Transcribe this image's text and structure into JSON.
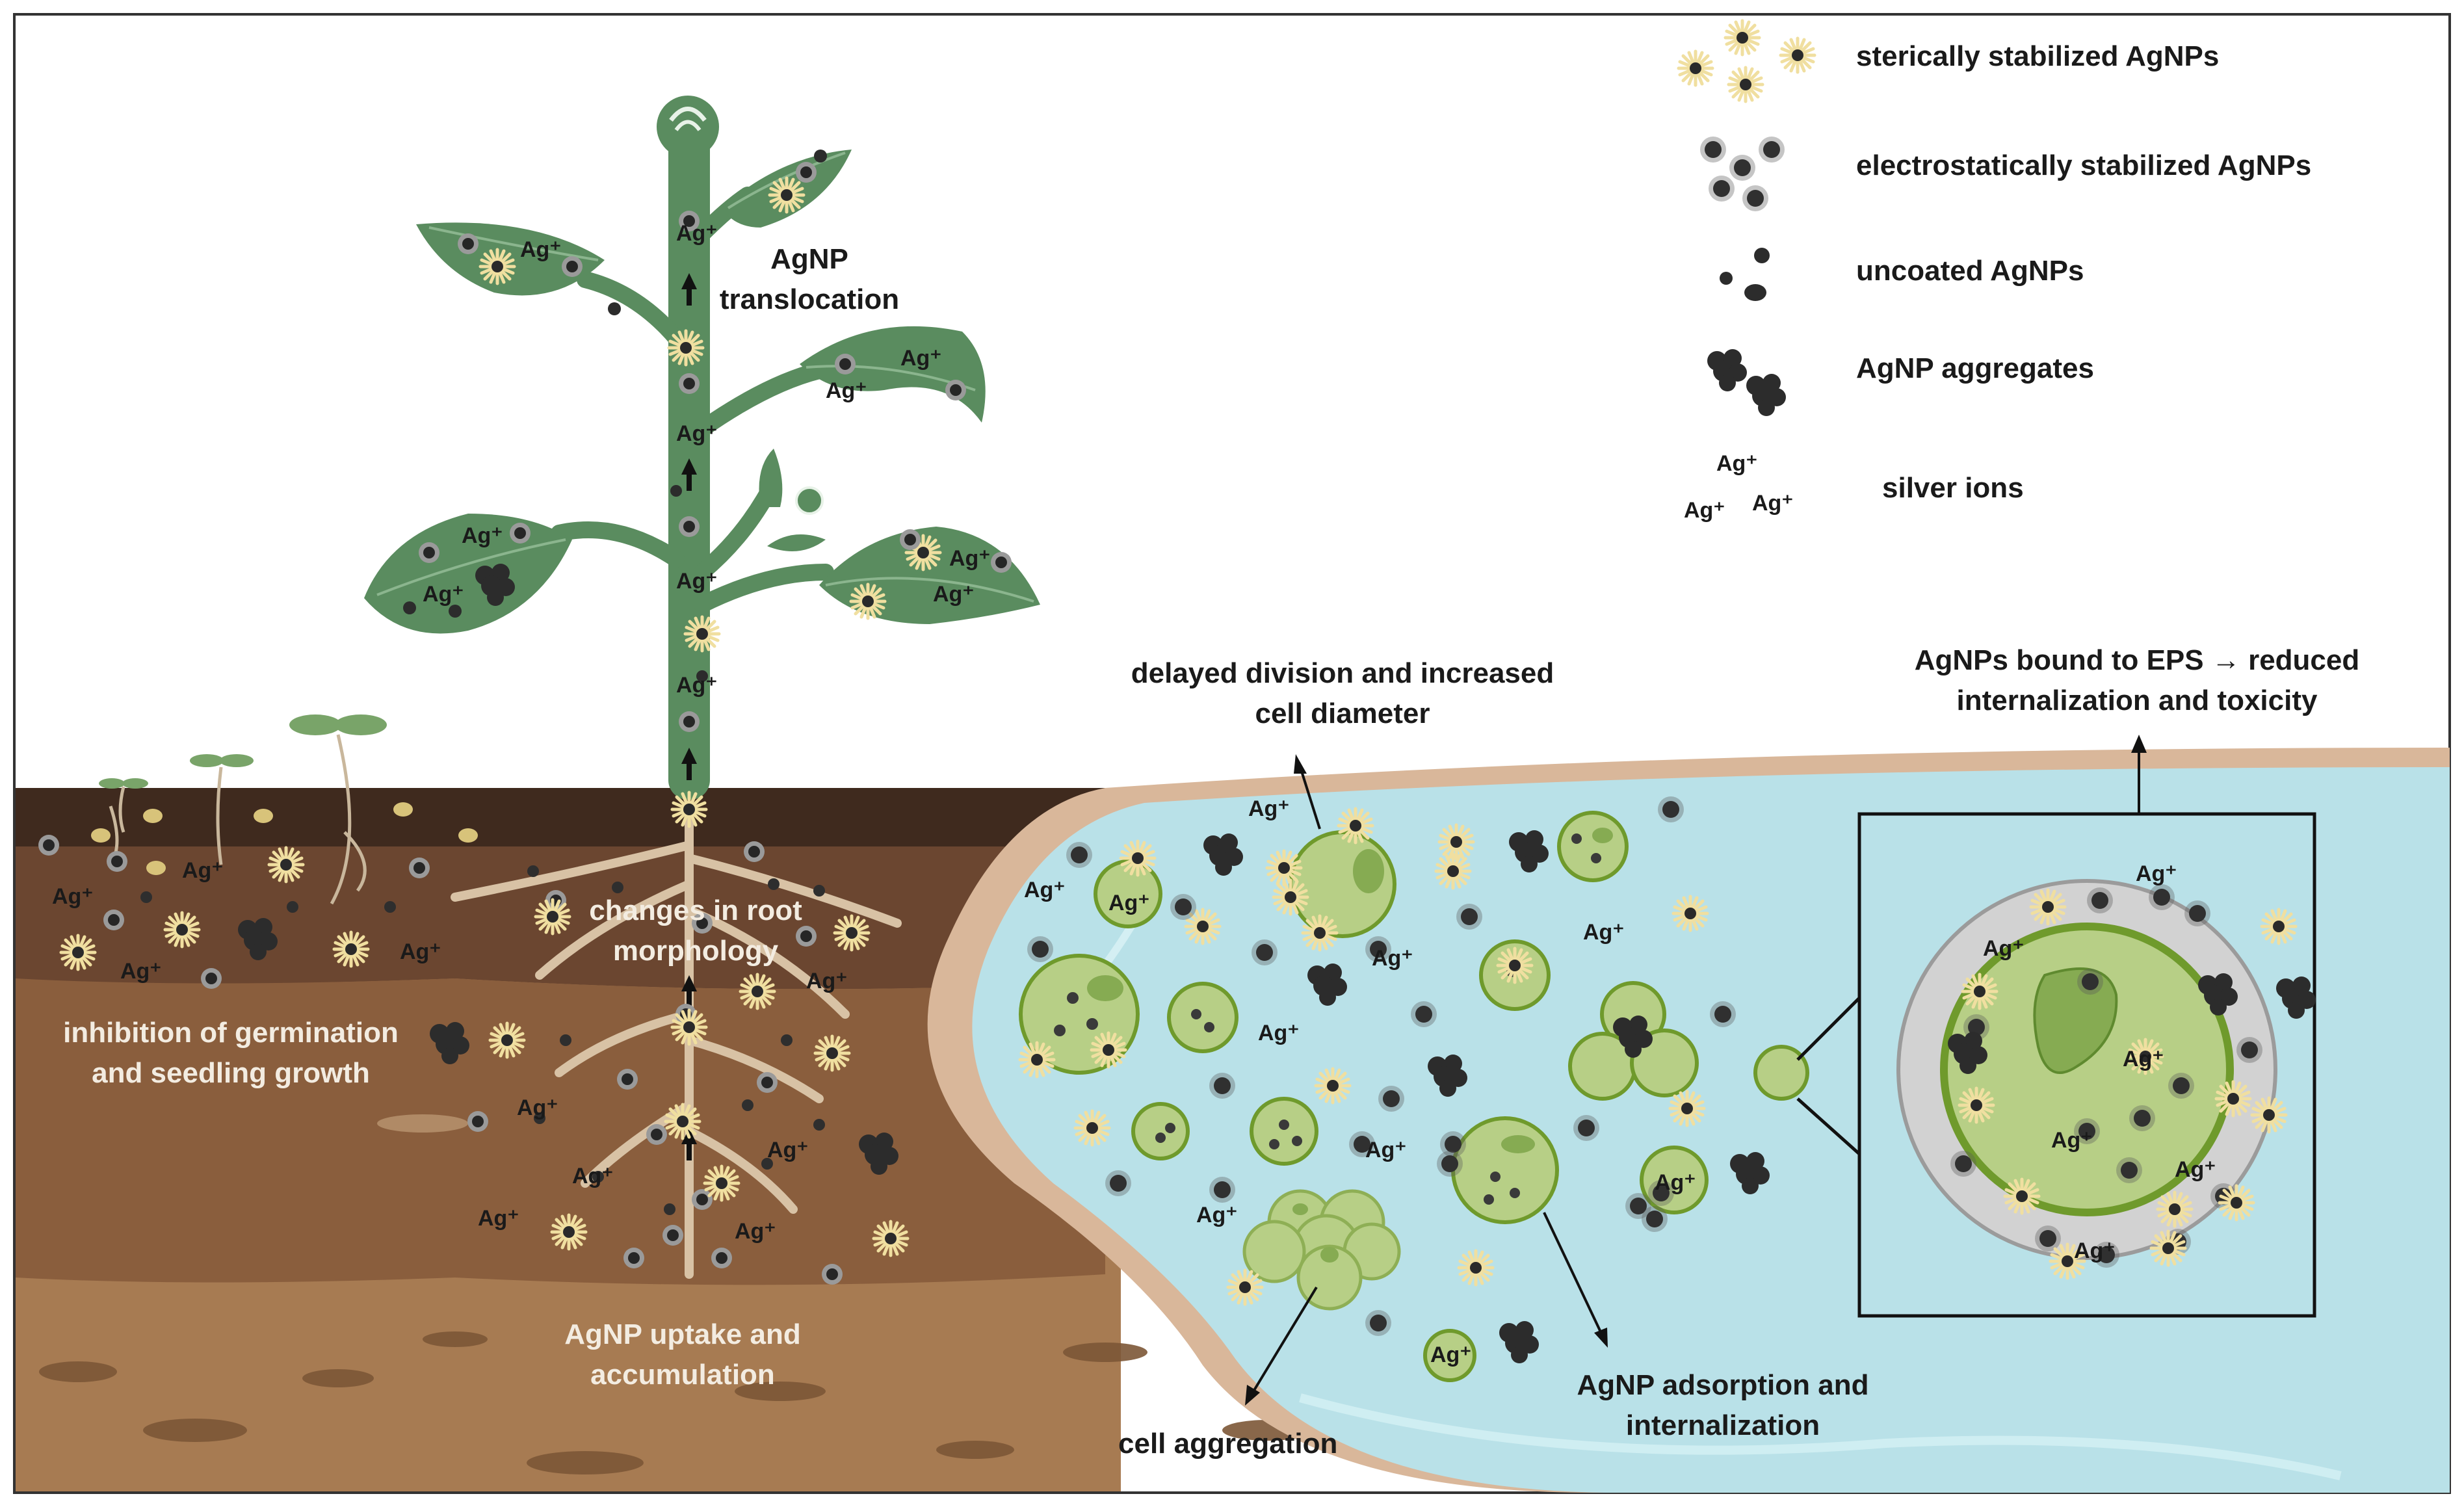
{
  "legend": {
    "sterically_stabilized": "sterically stabilized AgNPs",
    "electrostatically_stabilized": "electrostatically stabilized AgNPs",
    "uncoated": "uncoated AgNPs",
    "aggregates": "AgNP aggregates",
    "silver_ions": "silver ions",
    "ion_symbol": "Ag⁺"
  },
  "labels": {
    "translocation_line1": "AgNP",
    "translocation_line2": "translocation",
    "root_morphology_line1": "changes in root",
    "root_morphology_line2": "morphology",
    "germination_line1": "inhibition of germination",
    "germination_line2": "and seedling growth",
    "uptake_line1": "AgNP uptake and",
    "uptake_line2": "accumulation",
    "division_line1": "delayed division and increased",
    "division_line2": "cell diameter",
    "eps_line1": "AgNPs bound to EPS → reduced",
    "eps_line2": "internalization and toxicity",
    "aggregation": "cell aggregation",
    "adsorption_line1": "AgNP adsorption and",
    "adsorption_line2": "internalization"
  },
  "colors": {
    "soil_top": "#3f2a1e",
    "soil_mid": "#6b4630",
    "soil_light": "#8a5e3d",
    "soil_bottom": "#a77b52",
    "water": "#b9e1e8",
    "plant": "#5a8c5f",
    "cell": "#b7cf86",
    "cell_edge": "#6f9a2c",
    "agnp_dark": "#2e2e2e",
    "steric_halo": "#f2e6b0"
  }
}
